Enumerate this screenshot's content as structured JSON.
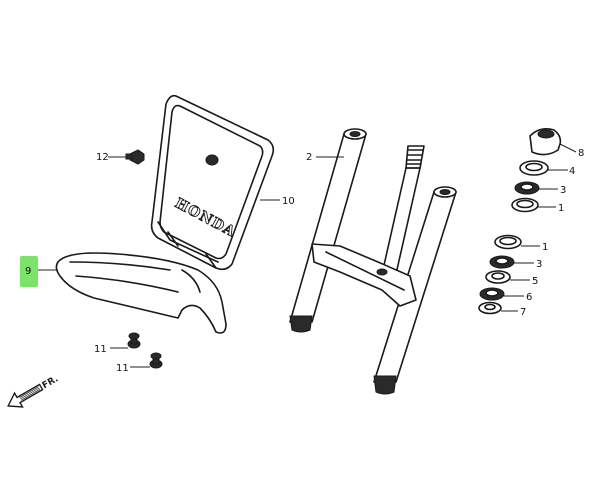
{
  "callouts": {
    "c1a": "1",
    "c1b": "1",
    "c2": "2",
    "c3a": "3",
    "c3b": "3",
    "c4": "4",
    "c5": "5",
    "c6": "6",
    "c7": "7",
    "c8": "8",
    "c9": "9",
    "c10": "10",
    "c11a": "11",
    "c11b": "11",
    "c12": "12"
  },
  "logo_text": "HONDA",
  "front_arrow": "FR.",
  "colors": {
    "highlight": "#7be36a",
    "ink": "#1a1a1a"
  }
}
